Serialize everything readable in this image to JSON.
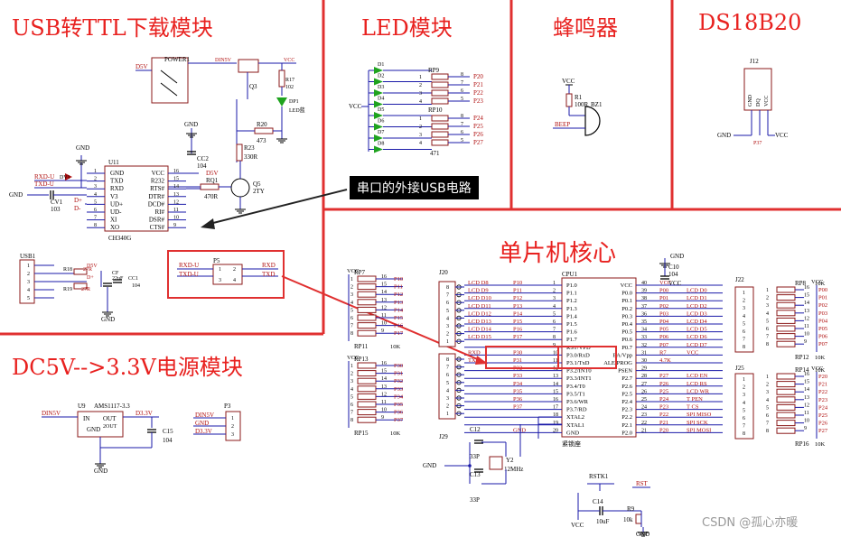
{
  "sections": {
    "usb_ttl": "USB转TTL下载模块",
    "led": "LED模块",
    "buzzer": "蜂鸣器",
    "ds18b20": "DS18B20",
    "mcu_core": "单片机核心",
    "power": "DC5V-->3.3V电源模块"
  },
  "annotation": "串口的外接USB电路",
  "watermark": "CSDN @孤心亦暖",
  "colors": {
    "title": "#e8211f",
    "wire": "#1a1aa8",
    "part": "#8b1a1a",
    "net": "#b01010",
    "highlight": "#e03030"
  },
  "usb_ttl": {
    "power_switch": "POWER1",
    "d5v": "D5V",
    "din5v": "DIN5V",
    "vcc": "VCC",
    "gnd": "GND",
    "q3": "Q3",
    "r17": "R17",
    "r17v": "102",
    "dp1": "DP1",
    "dp1v": "LED蓝",
    "r20": "R20",
    "r20v": "473",
    "cc2": "CC2",
    "cc2v": "104",
    "r23": "R23",
    "r23v": "330R",
    "rq1": "RQ1",
    "rq1v": "470R",
    "q5": "Q5",
    "q5v": "2TY",
    "dv1": "DV1",
    "cv1": "CV1",
    "cv1v": "103",
    "rxd_u": "RXD-U",
    "txd_u": "TXD-U",
    "dp": "D+",
    "dm": "D-",
    "u11": "U11",
    "chip": "CH340G",
    "left_pins": [
      {
        "n": "1",
        "name": "GND"
      },
      {
        "n": "2",
        "name": "TXD"
      },
      {
        "n": "3",
        "name": "RXD"
      },
      {
        "n": "4",
        "name": "V3"
      },
      {
        "n": "5",
        "name": "UD+"
      },
      {
        "n": "6",
        "name": "UD-"
      },
      {
        "n": "7",
        "name": "XI"
      },
      {
        "n": "8",
        "name": "XO"
      }
    ],
    "right_pins": [
      {
        "n": "16",
        "name": "VCC"
      },
      {
        "n": "15",
        "name": "R232"
      },
      {
        "n": "14",
        "name": "RTS#"
      },
      {
        "n": "13",
        "name": "DTR#"
      },
      {
        "n": "12",
        "name": "DCD#"
      },
      {
        "n": "11",
        "name": "RI#"
      },
      {
        "n": "10",
        "name": "DSR#"
      },
      {
        "n": "9",
        "name": "CTS#"
      }
    ],
    "usb1": "USB1",
    "r18": "R18",
    "r18v": "27R",
    "r19": "R19",
    "r19v": "27R",
    "cc1": "CC1",
    "cc1v": "104",
    "cf": "CF1",
    "cfv": "22uF",
    "p5": "P5",
    "p5_rxd_u": "RXD-U",
    "p5_txd_u": "TXD-U",
    "p5_rxd": "RXD",
    "p5_txd": "TXD"
  },
  "led_module": {
    "vcc": "VCC",
    "rp9": "RP9",
    "rp10": "RP10",
    "rp10v": "471",
    "leds": [
      "D1",
      "D2",
      "D3",
      "D4",
      "D5",
      "D6",
      "D7",
      "D8"
    ],
    "nets_top": [
      "P20",
      "P21",
      "P22",
      "P23"
    ],
    "nets_bot": [
      "P24",
      "P25",
      "P26",
      "P27"
    ]
  },
  "buzzer": {
    "vcc": "VCC",
    "r1": "R1",
    "r1v": "100R",
    "bz": "BZ1",
    "beep": "BEEP"
  },
  "ds18b20": {
    "j12": "J12",
    "pins": [
      "GND",
      "DQ",
      "VCC"
    ],
    "p37": "P37",
    "gnd": "GND",
    "vcc": "VCC"
  },
  "power": {
    "u9": "U9",
    "chip": "AMS1117-3.3",
    "din5v": "DIN5V",
    "d33v": "D3.3V",
    "in": "IN",
    "out": "OUT",
    "gnd": "GND",
    "out2": "2OUT",
    "c15": "C15",
    "c15v": "104",
    "p3": "P3",
    "p3_nets": [
      "DIN5V",
      "GND",
      "D3.3V"
    ]
  },
  "mcu": {
    "cpu": "CPU1",
    "socket": "紧锁座",
    "gnd": "GND",
    "vcc": "VCC",
    "c10": "C10",
    "c10v": "104",
    "left_pins": [
      {
        "n": "1",
        "name": "P1.0",
        "net": "P10",
        "label": "LCD D8"
      },
      {
        "n": "2",
        "name": "P1.1",
        "net": "P11",
        "label": "LCD D9"
      },
      {
        "n": "3",
        "name": "P1.2",
        "net": "P12",
        "label": "LCD D10"
      },
      {
        "n": "4",
        "name": "P1.3",
        "net": "P13",
        "label": "LCD D11"
      },
      {
        "n": "5",
        "name": "P1.4",
        "net": "P14",
        "label": "LCD D12"
      },
      {
        "n": "6",
        "name": "P1.5",
        "net": "P15",
        "label": "LCD D13"
      },
      {
        "n": "7",
        "name": "P1.6",
        "net": "P16",
        "label": "LCD D14"
      },
      {
        "n": "8",
        "name": "P1.7",
        "net": "P17",
        "label": "LCD D15"
      },
      {
        "n": "9",
        "name": "RST/VPD",
        "net": "",
        "label": ""
      },
      {
        "n": "10",
        "name": "P3.0/RxD",
        "net": "P30",
        "label": "RXD"
      },
      {
        "n": "11",
        "name": "P3.1/TxD",
        "net": "P31",
        "label": "TXD"
      },
      {
        "n": "12",
        "name": "P3.2/INT0",
        "net": "P32",
        "label": ""
      },
      {
        "n": "13",
        "name": "P3.3/INT1",
        "net": "P33",
        "label": ""
      },
      {
        "n": "14",
        "name": "P3.4/T0",
        "net": "P34",
        "label": ""
      },
      {
        "n": "15",
        "name": "P3.5/T1",
        "net": "P35",
        "label": ""
      },
      {
        "n": "16",
        "name": "P3.6/WR",
        "net": "P36",
        "label": ""
      },
      {
        "n": "17",
        "name": "P3.7/RD",
        "net": "P37",
        "label": ""
      },
      {
        "n": "18",
        "name": "XTAL2",
        "net": "",
        "label": ""
      },
      {
        "n": "19",
        "name": "XTAL1",
        "net": "",
        "label": ""
      },
      {
        "n": "20",
        "name": "GND",
        "net": "GND",
        "label": ""
      }
    ],
    "right_pins": [
      {
        "n": "40",
        "name": "VCC",
        "net": "VCC",
        "label": ""
      },
      {
        "n": "39",
        "name": "P0.0",
        "net": "P00",
        "label": "LCD D0"
      },
      {
        "n": "38",
        "name": "P0.1",
        "net": "P01",
        "label": "LCD D1"
      },
      {
        "n": "37",
        "name": "P0.2",
        "net": "P02",
        "label": "LCD D2"
      },
      {
        "n": "36",
        "name": "P0.3",
        "net": "P03",
        "label": "LCD D3"
      },
      {
        "n": "35",
        "name": "P0.4",
        "net": "P04",
        "label": "LCD D4"
      },
      {
        "n": "34",
        "name": "P0.5",
        "net": "P05",
        "label": "LCD D5"
      },
      {
        "n": "33",
        "name": "P0.6",
        "net": "P06",
        "label": "LCD D6"
      },
      {
        "n": "32",
        "name": "P0.7",
        "net": "P07",
        "label": "LCD D7"
      },
      {
        "n": "31",
        "name": "EA/Vpp",
        "net": "R7",
        "label": "VCC"
      },
      {
        "n": "30",
        "name": "ALE/PROG",
        "net": "4.7K",
        "label": ""
      },
      {
        "n": "29",
        "name": "PSEN",
        "net": "",
        "label": ""
      },
      {
        "n": "28",
        "name": "P2.7",
        "net": "P27",
        "label": "LCD EN"
      },
      {
        "n": "27",
        "name": "P2.6",
        "net": "P26",
        "label": "LCD RS"
      },
      {
        "n": "26",
        "name": "P2.5",
        "net": "P25",
        "label": "LCD WR"
      },
      {
        "n": "25",
        "name": "P2.4",
        "net": "P24",
        "label": "T PEN"
      },
      {
        "n": "24",
        "name": "P2.3",
        "net": "P23",
        "label": "T CS"
      },
      {
        "n": "23",
        "name": "P2.2",
        "net": "P22",
        "label": "SPI MISO"
      },
      {
        "n": "22",
        "name": "P2.1",
        "net": "P21",
        "label": "SPI SCK"
      },
      {
        "n": "21",
        "name": "P2.0",
        "net": "P20",
        "label": "SPI MOSI"
      }
    ],
    "j20": "J20",
    "j29": "J29",
    "j22": "J22",
    "j25": "J25",
    "rp7": "RP7",
    "rp11": "RP11",
    "rp13": "RP13",
    "rp15": "RP15",
    "rp8": "RP8",
    "rp12": "RP12",
    "rp14": "RP14",
    "rp16": "RP16",
    "r10k": "10K",
    "rp7_nets": [
      "P10",
      "P11",
      "P12",
      "P13",
      "P14",
      "P15",
      "P16",
      "P17"
    ],
    "rp13_nets": [
      "P30",
      "P31",
      "P32",
      "P33",
      "P34",
      "P35",
      "P36",
      "P37"
    ],
    "rp8_nets": [
      "P00",
      "P01",
      "P02",
      "P03",
      "P04",
      "P05",
      "P06",
      "P07"
    ],
    "rp14_nets": [
      "P20",
      "P21",
      "P22",
      "P23",
      "P24",
      "P25",
      "P26",
      "P27"
    ],
    "c12": "C12",
    "c12v": "33P",
    "c13": "C13",
    "c13v": "33P",
    "y2": "Y2",
    "y2v": "12MHz",
    "rstk": "RSTK1",
    "rst": "RST",
    "c14": "C14",
    "c14v": "10uF",
    "r9": "R9",
    "r9v": "10k"
  }
}
